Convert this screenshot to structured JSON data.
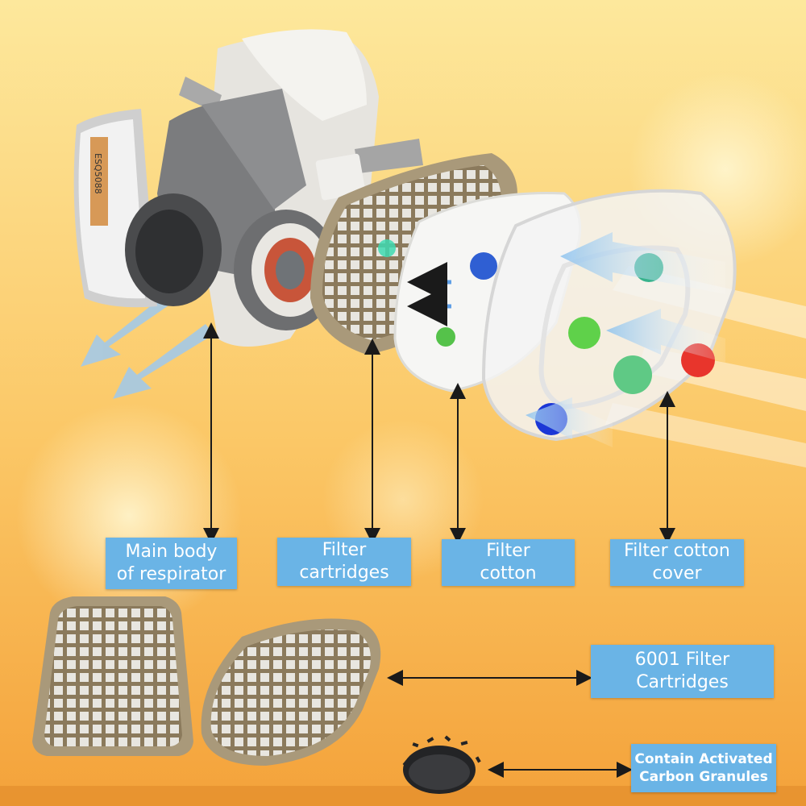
{
  "colors": {
    "background_top": "#fde49a",
    "background_bottom": "#f6a83b",
    "label_fill": "#6ab4e6",
    "label_text": "#ffffff",
    "arrow": "#1a1a1a",
    "airflow": "#b6d6f2"
  },
  "cartridge_print": "ESQ5088",
  "labels": {
    "main_body": "Main body\nof respirator",
    "filter_cartridges": "Filter\ncartridges",
    "filter_cotton": "Filter\ncotton",
    "filter_cotton_cover": "Filter cotton\ncover",
    "cartridges_6001": "6001 Filter\nCartridges",
    "carbon_granules": "Contain Activated\nCarbon Granules"
  }
}
